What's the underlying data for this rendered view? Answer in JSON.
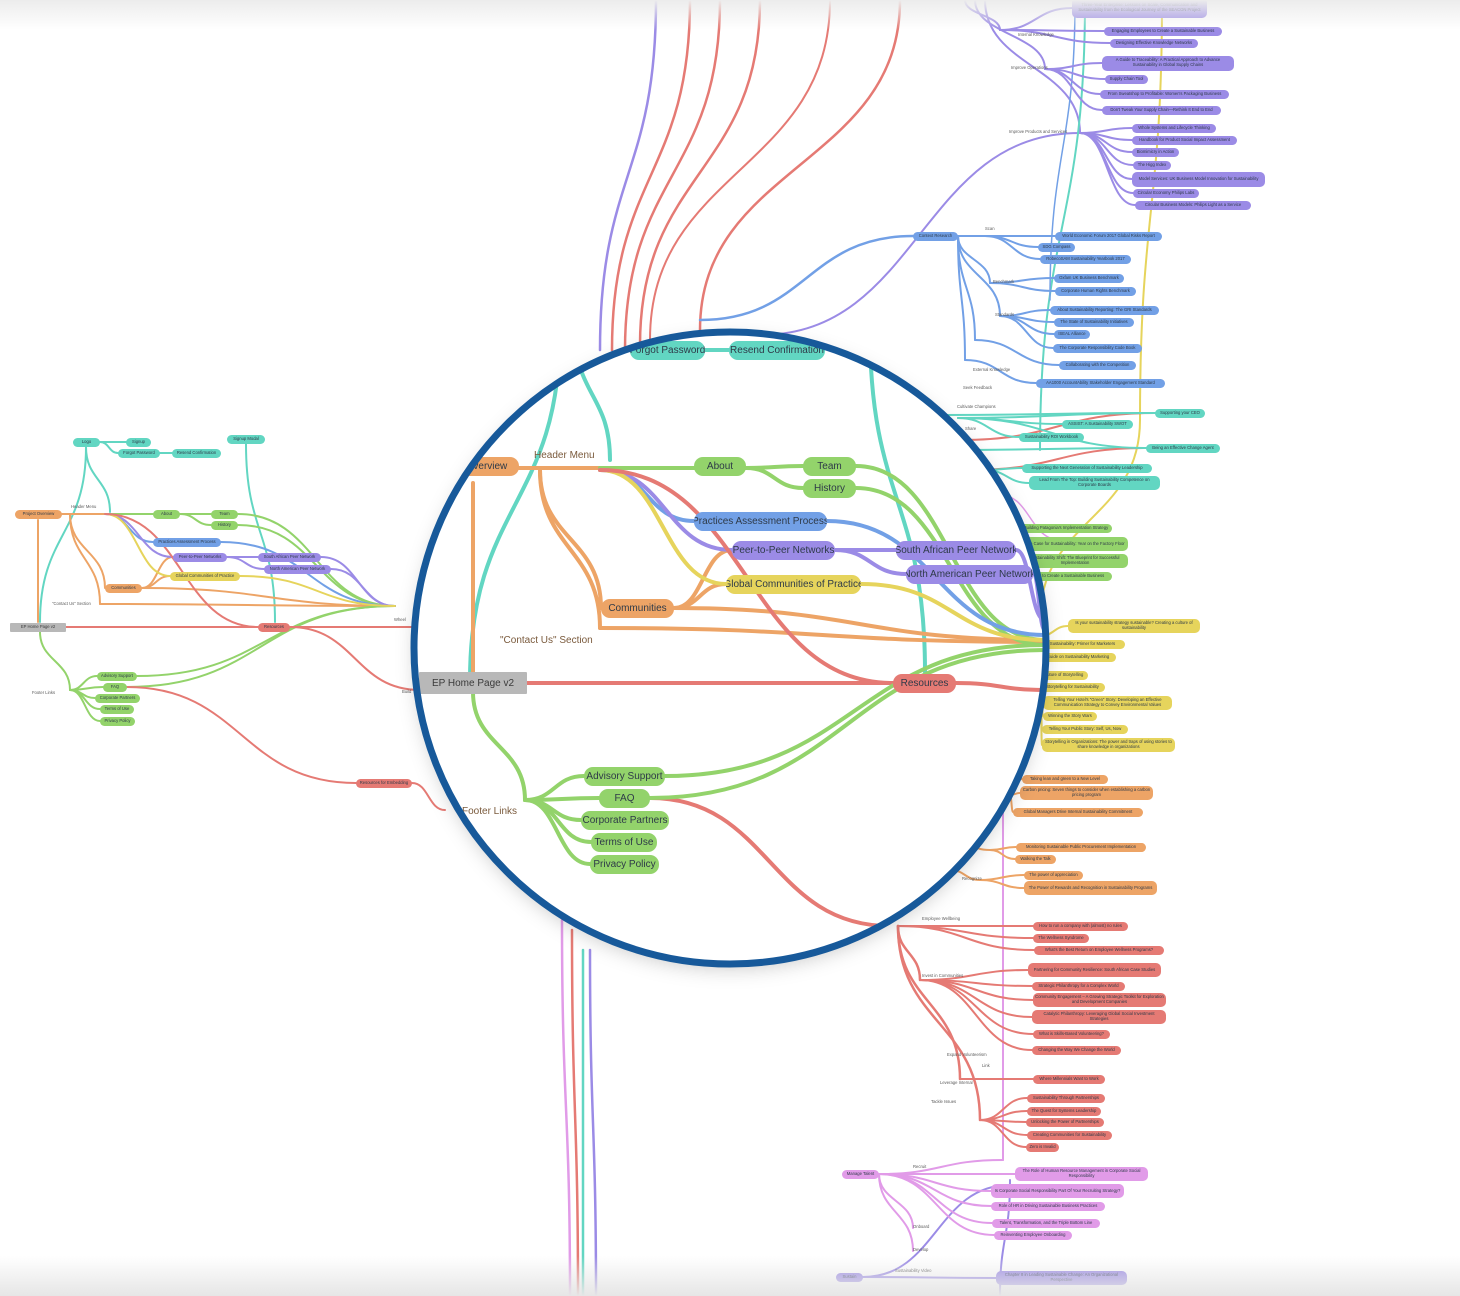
{
  "palette": {
    "teal": "#62d6c2",
    "orange": "#eda466",
    "green": "#93d36b",
    "blue": "#72a0e6",
    "purple": "#9b8be6",
    "yellow": "#e6d45c",
    "red": "#e57a74",
    "pink": "#e19be8",
    "gray": "#b8b8b8",
    "ring": "#17599a"
  },
  "magnified": {
    "nodes": [
      {
        "label": "Forgot Password",
        "color": "teal"
      },
      {
        "label": "Resend Confirmation",
        "color": "teal"
      },
      {
        "label": "Project Overview",
        "color": "orange"
      },
      {
        "label": "About",
        "color": "green"
      },
      {
        "label": "Team",
        "color": "green"
      },
      {
        "label": "History",
        "color": "green"
      },
      {
        "label": "Practices Assessment Process",
        "color": "blue"
      },
      {
        "label": "Peer-to-Peer Networks",
        "color": "purple"
      },
      {
        "label": "South African Peer Network",
        "color": "purple"
      },
      {
        "label": "North American Peer Network",
        "color": "purple"
      },
      {
        "label": "Global Communities of Practice",
        "color": "yellow"
      },
      {
        "label": "Communities",
        "color": "orange"
      },
      {
        "label": "EP Home Page v2",
        "color": "gray"
      },
      {
        "label": "Resources",
        "color": "red"
      },
      {
        "label": "Advisory Support",
        "color": "green"
      },
      {
        "label": "FAQ",
        "color": "green"
      },
      {
        "label": "Corporate Partners",
        "color": "green"
      },
      {
        "label": "Terms of Use",
        "color": "green"
      },
      {
        "label": "Privacy Policy",
        "color": "green"
      }
    ],
    "labels": [
      "Header Menu",
      "\"Contact Us\" Section",
      "Footer Links"
    ]
  },
  "minimap": {
    "nodes": [
      {
        "label": "Logo",
        "color": "teal"
      },
      {
        "label": "Signup",
        "color": "teal"
      },
      {
        "label": "Forgot Password",
        "color": "teal"
      },
      {
        "label": "Resend Confirmation",
        "color": "teal"
      },
      {
        "label": "Signup Modal",
        "color": "teal"
      },
      {
        "label": "Project Overview",
        "color": "orange"
      },
      {
        "label": "About",
        "color": "green"
      },
      {
        "label": "Team",
        "color": "green"
      },
      {
        "label": "History",
        "color": "green"
      },
      {
        "label": "Practices Assessment Process",
        "color": "blue"
      },
      {
        "label": "Peer-to-Peer Networks",
        "color": "purple"
      },
      {
        "label": "South African Peer Network",
        "color": "purple"
      },
      {
        "label": "North American Peer Network",
        "color": "purple"
      },
      {
        "label": "Global Communities of Practice",
        "color": "yellow"
      },
      {
        "label": "Communities",
        "color": "orange"
      },
      {
        "label": "EP Home Page v2",
        "color": "gray"
      },
      {
        "label": "Resources",
        "color": "red"
      },
      {
        "label": "Advisory Support",
        "color": "green"
      },
      {
        "label": "FAQ",
        "color": "green"
      },
      {
        "label": "Corporate Partners",
        "color": "green"
      },
      {
        "label": "Terms of Use",
        "color": "green"
      },
      {
        "label": "Privacy Policy",
        "color": "green"
      },
      {
        "label": "Resources for Embedding",
        "color": "red"
      }
    ],
    "labels": [
      "Header Menu",
      "\"Contact Us\" Section",
      "Footer Links",
      "Wheel",
      "Build"
    ]
  },
  "branches": {
    "nodes": [
      {
        "label": "Three-Year Enterprise: Lessons on Scale, Communication and Sustainability from the Ecological Journey of the SEACON Project",
        "color": "purple"
      },
      {
        "label": "Engaging Employees to Create a Sustainable Business",
        "color": "purple"
      },
      {
        "label": "Designing Effective Knowledge Networks",
        "color": "purple"
      },
      {
        "label": "A Guide to Traceability: A Practical Approach to Advance Sustainability in Global Supply Chains",
        "color": "purple"
      },
      {
        "label": "Supply Chain Tool",
        "color": "purple"
      },
      {
        "label": "From Sweatshop to Profitable: Women's Packaging Business",
        "color": "purple"
      },
      {
        "label": "Don't Tweak Your Supply Chain—Rethink It End to End",
        "color": "purple"
      },
      {
        "label": "Whole Systems and Lifecycle Thinking",
        "color": "purple"
      },
      {
        "label": "Handbook for Product Social Impact Assessment",
        "color": "purple"
      },
      {
        "label": "Biomimicry in Action",
        "color": "purple"
      },
      {
        "label": "The Higg Index",
        "color": "purple"
      },
      {
        "label": "Model Services: UK Business Model Innovation for Sustainability",
        "color": "purple"
      },
      {
        "label": "Circular Economy Philips Labs",
        "color": "purple"
      },
      {
        "label": "Circular Business Models: Philips Light as a Service",
        "color": "purple"
      },
      {
        "label": "Context Research",
        "color": "blue"
      },
      {
        "label": "World Economic Forum 2017 Global Risks Report",
        "color": "blue"
      },
      {
        "label": "SDG Compass",
        "color": "blue"
      },
      {
        "label": "RobecoSAM Sustainability Yearbook 2017",
        "color": "blue"
      },
      {
        "label": "Oxfam UK Business Benchmark",
        "color": "blue"
      },
      {
        "label": "Corporate Human Rights Benchmark",
        "color": "blue"
      },
      {
        "label": "About Sustainability Reporting: The GRI Standards",
        "color": "blue"
      },
      {
        "label": "The State of Sustainability Initiatives",
        "color": "blue"
      },
      {
        "label": "ISEAL Alliance",
        "color": "blue"
      },
      {
        "label": "The Corporate Responsibility Code Book",
        "color": "blue"
      },
      {
        "label": "Collaborating with the Competition",
        "color": "blue"
      },
      {
        "label": "AA1000 AccountAbility Stakeholder Engagement Standard",
        "color": "blue"
      },
      {
        "label": "Supporting your CEO",
        "color": "teal"
      },
      {
        "label": "ASSIST: A Sustainability SWOT",
        "color": "teal"
      },
      {
        "label": "Sustainability ROI Workbook",
        "color": "teal"
      },
      {
        "label": "Being an Effective Change Agent",
        "color": "teal"
      },
      {
        "label": "Supporting the Next Generation of Sustainability Leadership",
        "color": "teal"
      },
      {
        "label": "Lead From The Top: Building Sustainability Competence on Corporate Boards",
        "color": "teal"
      },
      {
        "label": "Building Patagonia's Implementation Strategy",
        "color": "green"
      },
      {
        "label": "The Case for Sustainability: Year on the Factory Floor",
        "color": "green"
      },
      {
        "label": "Sustainability Shift: The Blueprint for Successful Implementation",
        "color": "green"
      },
      {
        "label": "How to Create a Sustainable Business",
        "color": "green"
      },
      {
        "label": "Is your sustainability strategy sustainable? Creating a culture of sustainability",
        "color": "yellow"
      },
      {
        "label": "Sustainability: Primer for Marketers",
        "color": "yellow"
      },
      {
        "label": "Guide on Sustainability Marketing",
        "color": "yellow"
      },
      {
        "label": "Future of Storytelling",
        "color": "yellow"
      },
      {
        "label": "Storytelling for Sustainability",
        "color": "yellow"
      },
      {
        "label": "Telling Your Hotel's \"Green\" Story: Developing an Effective Communication Strategy to Convey Environmental Values",
        "color": "yellow"
      },
      {
        "label": "Winning the Story Wars",
        "color": "yellow"
      },
      {
        "label": "Telling Your Public Story: Self, Us, Now",
        "color": "yellow"
      },
      {
        "label": "Storytelling in Organizations: The power and traps of using stories to share knowledge in organizations",
        "color": "yellow"
      },
      {
        "label": "Taking lean and green to a New Level",
        "color": "orange"
      },
      {
        "label": "Carbon pricing: Seven things to consider when establishing a carbon pricing program",
        "color": "orange"
      },
      {
        "label": "Global Managers Drive Internal Sustainability Commitment",
        "color": "orange"
      },
      {
        "label": "Monitoring Sustainable Public Procurement Implementation",
        "color": "orange"
      },
      {
        "label": "Walking the Talk",
        "color": "orange"
      },
      {
        "label": "The power of appreciation",
        "color": "orange"
      },
      {
        "label": "The Power of Rewards and Recognition in Sustainability Programs",
        "color": "orange"
      },
      {
        "label": "How to run a company with (almost) no rules",
        "color": "red"
      },
      {
        "label": "The Wellness Syndrome",
        "color": "red"
      },
      {
        "label": "What's the Best Return on Employee Wellness Programs?",
        "color": "red"
      },
      {
        "label": "Partnering for Community Resilience: South African Case Studies",
        "color": "red"
      },
      {
        "label": "Strategic Philanthropy for a Complex World",
        "color": "red"
      },
      {
        "label": "Community Engagement – A Growing Strategic Toolkit for Exploration and Development Companies",
        "color": "red"
      },
      {
        "label": "Catalytic Philanthropy: Leveraging Global Social Investment Strategies",
        "color": "red"
      },
      {
        "label": "What is Skills-Based Volunteering?",
        "color": "red"
      },
      {
        "label": "Changing the Way We Change the World",
        "color": "red"
      },
      {
        "label": "Where Millennials Want to Work",
        "color": "red"
      },
      {
        "label": "Sustainability Through Partnerships",
        "color": "red"
      },
      {
        "label": "The Quest for Systems Leadership",
        "color": "red"
      },
      {
        "label": "Unlocking the Power of Partnerships",
        "color": "red"
      },
      {
        "label": "Creating Communities for Sustainability",
        "color": "red"
      },
      {
        "label": "Zero is Invalid",
        "color": "red"
      },
      {
        "label": "Manage Talent",
        "color": "pink"
      },
      {
        "label": "The Role of Human Resource Management in Corporate Social Responsibility",
        "color": "pink"
      },
      {
        "label": "Is Corporate Social Responsibility Part Of Your Recruiting Strategy?",
        "color": "pink"
      },
      {
        "label": "Role of HR in Driving Sustainable Business Practices",
        "color": "pink"
      },
      {
        "label": "Talent, Transformation, and the Triple Bottom Line",
        "color": "pink"
      },
      {
        "label": "Reinventing Employee Onboarding",
        "color": "pink"
      },
      {
        "label": "Sustain",
        "color": "purple"
      },
      {
        "label": "Chapter 8 in Leading Sustainable Change: An Organizational Perspective",
        "color": "purple"
      }
    ],
    "labels": [
      "Internal Knowledge",
      "Improve Operations",
      "Improve Products and Services",
      "Scan",
      "Benchmark",
      "Standards",
      "External Knowledge",
      "Seek Feedback",
      "Cultivate Champions",
      "Share",
      "Recognize",
      "Employee Wellbeing",
      "Invest in Communities",
      "Expand Volunteerism",
      "Link",
      "Leverage Internal",
      "Tackle Issues",
      "Recruit",
      "Onboard",
      "Develop",
      "Sustainability Video"
    ]
  }
}
